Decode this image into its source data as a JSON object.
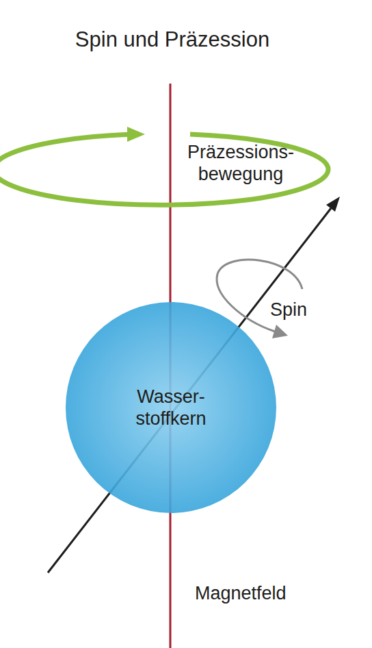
{
  "diagram": {
    "title": "Spin und Präzession",
    "nodes": [
      {
        "text": [
          "Wasser- stoffkern"
        ]
      }
    ],
    "labels": [
      "Präzessions- bewegung",
      "Spin",
      "Magnetfeld"
    ]
  }
}
